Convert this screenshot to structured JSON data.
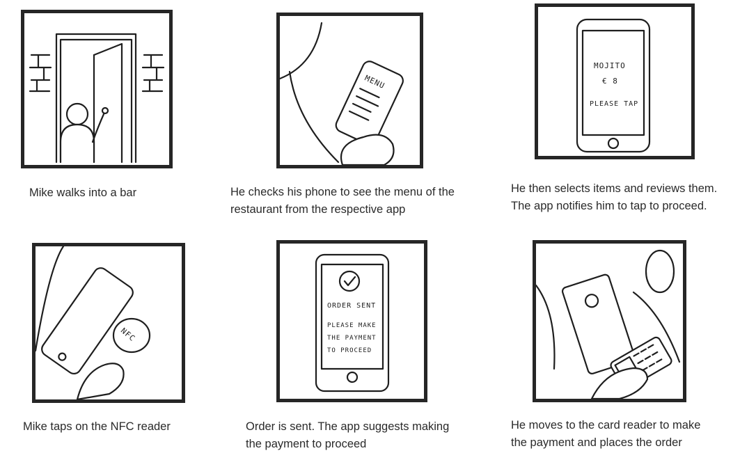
{
  "panels": [
    {
      "caption": "Mike walks into a bar",
      "drawn_text": []
    },
    {
      "caption": "He checks his phone to see the menu of the\nrestaurant from the respective app",
      "drawn_text": [
        "MENU"
      ]
    },
    {
      "caption": "He then selects items and reviews them.\nThe app notifies him to tap to proceed.",
      "drawn_text": [
        "MOJITO",
        "€ 8",
        "PLEASE TAP"
      ]
    },
    {
      "caption": "Mike taps on the NFC reader",
      "drawn_text": [
        "NFC"
      ]
    },
    {
      "caption": "Order is sent. The app suggests making\nthe payment to proceed",
      "drawn_text": [
        "ORDER SENT",
        "PLEASE MAKE",
        "THE PAYMENT",
        "TO PROCEED"
      ]
    },
    {
      "caption": "He moves to the card reader to make\nthe payment and places the order",
      "drawn_text": []
    }
  ],
  "icons": [
    "door-icon",
    "person-icon",
    "phone-icon",
    "checkmark-icon",
    "nfc-tag-icon",
    "card-reader-icon"
  ]
}
